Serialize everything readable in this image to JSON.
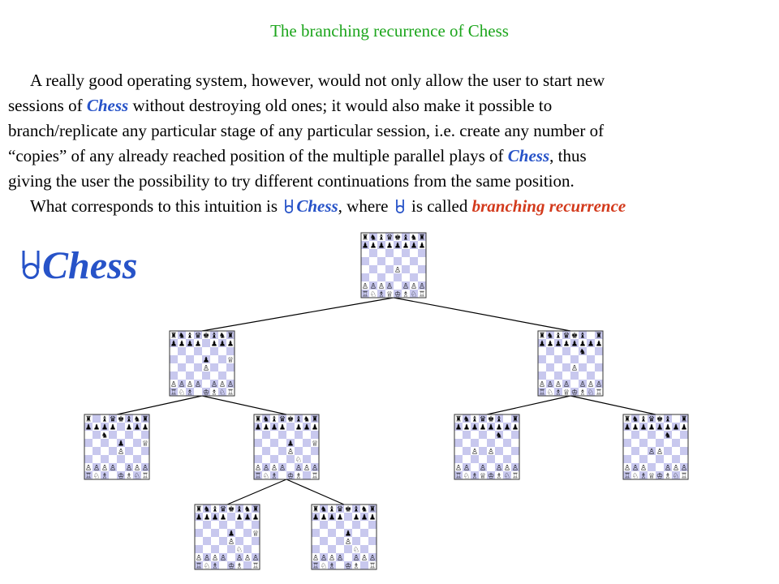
{
  "slide": {
    "title": "The branching recurrence of Chess",
    "para": {
      "l1": "A really good operating system, however, would not only allow the user to start new",
      "l2a": "sessions of ",
      "l2b": "Chess",
      "l2c": " without destroying old ones; it would also make it possible to",
      "l3": "branch/replicate any particular stage of any particular session, i.e. create any number of",
      "l4a": "“copies” of any already reached position of the multiple parallel plays of ",
      "l4b": "Chess",
      "l4c": ", thus",
      "l5": "giving the user the possibility to try different continuations from the same position.",
      "l6a": "What corresponds to this intuition is ",
      "l6b": "Chess",
      "l6c": ", where ",
      "l6d": " is called ",
      "l6e": "branching recurrence"
    },
    "big_label": "Chess"
  },
  "colors": {
    "title": "#1ca51c",
    "keyword": "#2753c8",
    "term": "#d33a1c",
    "light_square": "#ffffff",
    "dark_square": "#c8c8ee"
  },
  "tree": {
    "boards": [
      {
        "id": "root",
        "parent": null,
        "ply": 0,
        "ranks": [
          "rnbqkbnr",
          "pppppppp",
          "........",
          "........",
          "....P...",
          "........",
          "PPPP.PPP",
          "RNBQKBNR"
        ]
      },
      {
        "id": "a",
        "parent": "root",
        "ply": 1,
        "ranks": [
          "rnbqkbnr",
          "pppp.ppp",
          "........",
          "....p..Q",
          "....P...",
          "........",
          "PPPP.PPP",
          "RNB.KBNR"
        ]
      },
      {
        "id": "b",
        "parent": "root",
        "ply": 1,
        "ranks": [
          "rnbqkb.r",
          "pppppppp",
          ".....n..",
          "........",
          "....P...",
          "........",
          "PPPP.PPP",
          "RNBQKBNR"
        ]
      },
      {
        "id": "a1",
        "parent": "a",
        "ply": 2,
        "ranks": [
          "r.bqkbnr",
          "pppp.ppp",
          "..n.....",
          "....p..Q",
          "....P...",
          "........",
          "PPPP.PPP",
          "RNB.KBNR"
        ]
      },
      {
        "id": "a2",
        "parent": "a",
        "ply": 2,
        "ranks": [
          "rnbqkbnr",
          "pppp.ppp",
          "........",
          "....p..Q",
          "....P...",
          ".....N..",
          "PPPP.PPP",
          "RNB.KB.R"
        ]
      },
      {
        "id": "b1",
        "parent": "b",
        "ply": 2,
        "ranks": [
          "rnbqkb.r",
          "pppppppp",
          ".....n..",
          "........",
          "..P.P...",
          "........",
          "PP.P.PPP",
          "RNBQKBNR"
        ]
      },
      {
        "id": "b2",
        "parent": "b",
        "ply": 2,
        "ranks": [
          "rnbqkb.r",
          "pppppppp",
          ".....n..",
          "........",
          "...PP...",
          "........",
          "PPP..PPP",
          "RNBQKBNR"
        ]
      },
      {
        "id": "a2a",
        "parent": "a2",
        "ply": 3,
        "ranks": [
          "rnbqkbnr",
          "pppp.ppp",
          "........",
          "....p..Q",
          "....P...",
          ".....N..",
          "PPPP.PPP",
          "RNB.KB.R"
        ]
      },
      {
        "id": "a2b",
        "parent": "a2",
        "ply": 3,
        "ranks": [
          "rnbqkbnr",
          "pppp.ppp",
          "........",
          "....p...",
          "....P...",
          ".....N..",
          "PPPP.PPP",
          "RNB.KB.R"
        ]
      }
    ]
  }
}
